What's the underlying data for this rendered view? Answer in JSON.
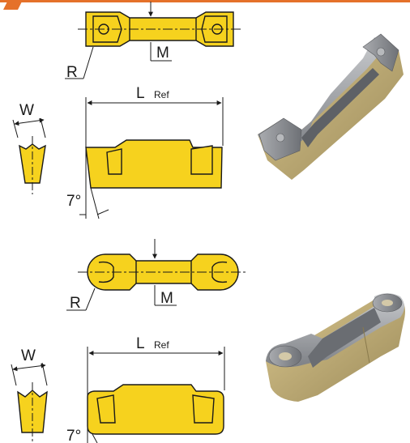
{
  "colors": {
    "insert_yellow": "#F6D21E",
    "outline": "#1a1a1a",
    "header_orange": "#E5712A",
    "photo_body": "#8C8E92",
    "photo_coating": "#C9B37A"
  },
  "top_insert": {
    "radius_label": "R",
    "m_label": "M",
    "width_label": "W",
    "length_label": "L",
    "length_sub": "Ref",
    "angle_label": "7°"
  },
  "bottom_insert": {
    "radius_label": "R",
    "m_label": "M",
    "width_label": "W",
    "length_label": "L",
    "length_sub": "Ref",
    "angle_label": "7°"
  },
  "photos": [
    {
      "name": "grooving-insert-photo-1"
    },
    {
      "name": "grooving-insert-photo-2"
    }
  ]
}
